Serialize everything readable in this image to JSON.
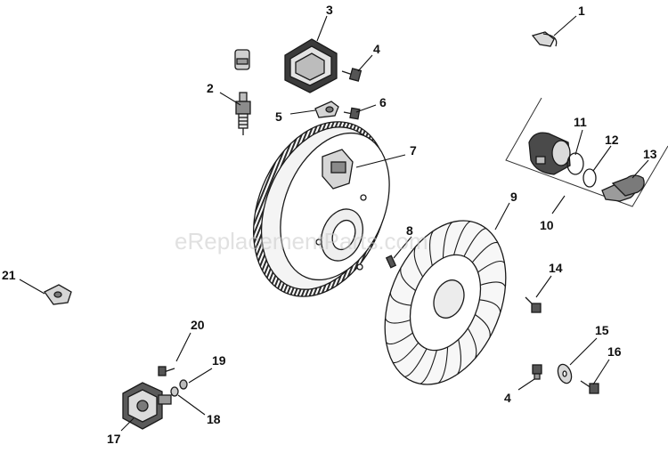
{
  "watermark": "eReplacementParts.com",
  "callouts": [
    {
      "id": "1",
      "label": "1"
    },
    {
      "id": "2",
      "label": "2"
    },
    {
      "id": "3",
      "label": "3"
    },
    {
      "id": "4",
      "label": "4"
    },
    {
      "id": "5",
      "label": "5"
    },
    {
      "id": "6",
      "label": "6"
    },
    {
      "id": "7",
      "label": "7"
    },
    {
      "id": "8",
      "label": "8"
    },
    {
      "id": "9",
      "label": "9"
    },
    {
      "id": "10",
      "label": "10"
    },
    {
      "id": "11",
      "label": "11"
    },
    {
      "id": "12",
      "label": "12"
    },
    {
      "id": "13",
      "label": "13"
    },
    {
      "id": "14",
      "label": "14"
    },
    {
      "id": "15",
      "label": "15"
    },
    {
      "id": "16",
      "label": "16"
    },
    {
      "id": "4b",
      "label": "4"
    },
    {
      "id": "17",
      "label": "17"
    },
    {
      "id": "18",
      "label": "18"
    },
    {
      "id": "19",
      "label": "19"
    },
    {
      "id": "20",
      "label": "20"
    },
    {
      "id": "21",
      "label": "21"
    }
  ]
}
